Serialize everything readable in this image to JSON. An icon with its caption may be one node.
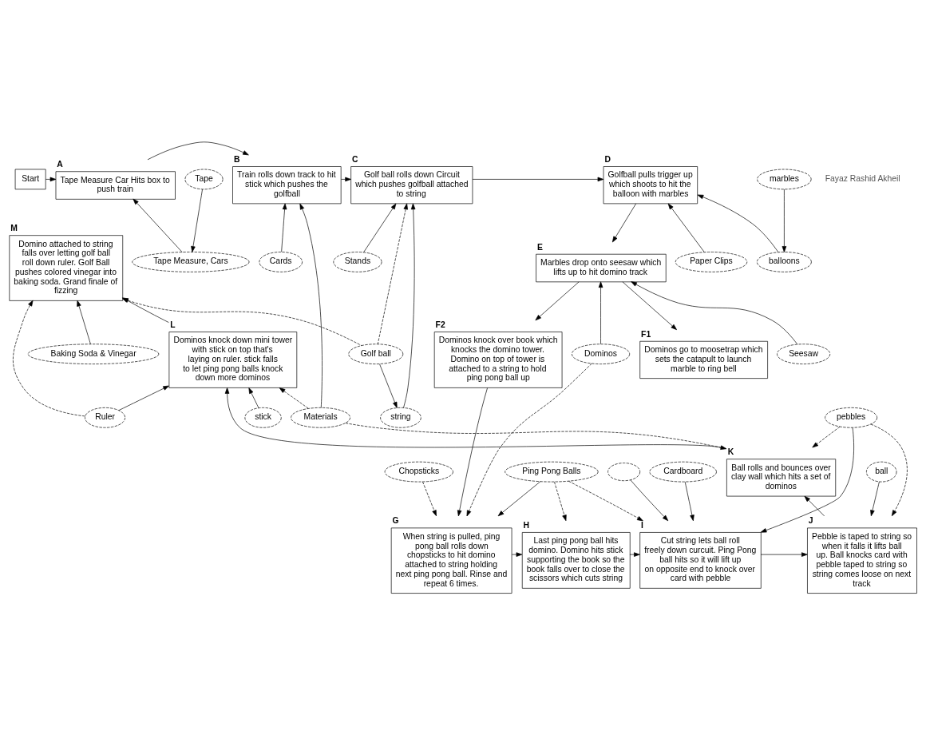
{
  "diagram": {
    "nodes": [
      {
        "text": [
          "Start"
        ]
      },
      {
        "text": [
          "Tape Measure Car Hits box to push train"
        ],
        "beside": [
          "A"
        ]
      },
      {
        "text": [
          "Train rolls down track to hit stick which pushes the golfball"
        ],
        "beside": [
          "B"
        ]
      },
      {
        "text": [
          "Golf ball rolls down Circuit which pushes golfball attached to string"
        ],
        "beside": [
          "C"
        ]
      },
      {
        "text": [
          "Golfball pulls trigger up which shoots to hit the balloon with marbles"
        ],
        "beside": [
          "D"
        ]
      },
      {
        "text": [
          "Marbles drop onto seesaw which lifts up to hit domino track"
        ],
        "beside": [
          "E"
        ]
      },
      {
        "text": [
          "Dominos go to moosetrap which sets the catapult to launch marble to ring bell"
        ],
        "beside": [
          "F1"
        ]
      },
      {
        "text": [
          "Dominos knock over book which knocks the domino tower. Domino on top of tower is attached to a string to hold ping pong ball up"
        ],
        "beside": [
          "F2"
        ]
      },
      {
        "text": [
          "When string is pulled, ping pong ball rolls down chopsticks to hit domino attached to string holding next ping pong ball. Rinse and repeat 6 times."
        ],
        "beside": [
          "G"
        ]
      },
      {
        "text": [
          "Last ping pong ball hits domino. Domino hits stick supporting the book so the book falls over to close the scissors which cuts string"
        ],
        "beside": [
          "H"
        ]
      },
      {
        "text": [
          "Cut string lets ball roll freely down curcuit. Ping Pong ball hits so it will lift up on opposite end to knock over card with pebble"
        ],
        "beside": [
          "I"
        ]
      },
      {
        "text": [
          "Pebble is taped to string so when it falls it lifts ball up. Ball knocks card with pebble taped to string so string comes loose on next track"
        ],
        "beside": [
          "J"
        ]
      },
      {
        "text": [
          "Ball rolls and bounces over clay wall which hits a set of dominos"
        ],
        "beside": [
          "K"
        ]
      },
      {
        "text": [
          "Dominos knock down mini tower with stick on top that's laying on ruler. stick falls to let ping pong balls knock down more dominos"
        ],
        "beside": [
          "L"
        ]
      },
      {
        "text": [
          "Domino attached to string falls over letting golf ball roll down ruler. Golf Ball pushes colored vinegar into baking soda. Grand finale of fizzing"
        ],
        "beside": [
          "M"
        ]
      },
      {
        "text": [
          "Tape Measure, Cars"
        ]
      },
      {
        "text": [
          "Baking Soda & Vinegar"
        ]
      },
      {
        "text": [
          "Ruler"
        ]
      },
      {
        "text": [
          "stick"
        ]
      },
      {
        "text": [
          "Tape"
        ]
      },
      {
        "text": [
          "Golf ball"
        ]
      },
      {
        "text": [
          "Chopsticks"
        ]
      },
      {
        "text": [
          "Cards"
        ]
      },
      {
        "text": [
          "Materials"
        ]
      },
      {
        "text": [
          "Dominos"
        ]
      },
      {
        "text": [
          "string"
        ]
      },
      {
        "text": [
          "Stands"
        ]
      },
      {
        "text": [
          "Paper Clips"
        ]
      },
      {
        "text": [
          "balloons"
        ]
      },
      {
        "text": [
          "marbles"
        ]
      },
      {
        "text": [
          "Seesaw"
        ]
      },
      {
        "text": [
          "pebbles"
        ]
      },
      {
        "text": [
          "Ping Pong Balls"
        ]
      },
      {
        "text": [],
        "shape": "cloud"
      },
      {
        "text": [
          "Cardboard"
        ]
      },
      {
        "text": [
          "ball"
        ]
      }
    ],
    "edges": [
      {
        "from": 0,
        "to": 1,
        "arrow": "to"
      },
      {
        "from": 1,
        "to": 2,
        "arrow": "to"
      },
      {
        "from": 2,
        "to": 3,
        "arrow": "to"
      },
      {
        "from": 3,
        "to": 4,
        "arrow": "to"
      },
      {
        "from": 4,
        "to": 5,
        "arrow": "to"
      },
      {
        "from": 5,
        "to": 6,
        "arrow": "to"
      },
      {
        "from": 5,
        "to": 7,
        "arrow": "to"
      },
      {
        "from": 7,
        "to": 8,
        "arrow": "to"
      },
      {
        "from": 8,
        "to": 9,
        "arrow": "to"
      },
      {
        "from": 9,
        "to": 10,
        "arrow": "to"
      },
      {
        "from": 10,
        "to": 11,
        "arrow": "to"
      },
      {
        "from": 11,
        "to": 12,
        "arrow": "to"
      },
      {
        "from": 12,
        "to": 13,
        "arrow": "to"
      },
      {
        "from": 13,
        "to": 14,
        "arrow": "to"
      },
      {
        "from": 15,
        "to": 1,
        "arrow": "to"
      },
      {
        "from": 20,
        "to": 14,
        "arrow": "to",
        "style": "dashed"
      },
      {
        "from": 16,
        "to": 14,
        "arrow": "to"
      },
      {
        "from": 17,
        "to": 14,
        "arrow": "to",
        "style": "dashed"
      },
      {
        "from": 19,
        "to": 15,
        "arrow": "to"
      },
      {
        "from": 22,
        "to": 2,
        "arrow": "to"
      },
      {
        "from": 23,
        "to": 2,
        "arrow": "to"
      },
      {
        "from": 20,
        "to": 3,
        "arrow": "to",
        "style": "dashed"
      },
      {
        "from": 20,
        "to": 25,
        "arrow": "to"
      },
      {
        "from": 25,
        "to": 3,
        "arrow": "to"
      },
      {
        "from": 26,
        "to": 3,
        "arrow": "to"
      },
      {
        "from": 27,
        "to": 4,
        "arrow": "to"
      },
      {
        "from": 28,
        "to": 4,
        "arrow": "to"
      },
      {
        "from": 29,
        "to": 28,
        "arrow": "to"
      },
      {
        "from": 30,
        "to": 5,
        "arrow": "to"
      },
      {
        "from": 24,
        "to": 5,
        "arrow": "to"
      },
      {
        "from": 21,
        "to": 8,
        "arrow": "to",
        "style": "dashed"
      },
      {
        "from": 24,
        "to": 8,
        "arrow": "to",
        "style": "dashed"
      },
      {
        "from": 32,
        "to": 8,
        "arrow": "to"
      },
      {
        "from": 32,
        "to": 9,
        "arrow": "to",
        "style": "dashed"
      },
      {
        "from": 31,
        "to": 10,
        "arrow": "to"
      },
      {
        "from": 33,
        "to": 10,
        "arrow": "to"
      },
      {
        "from": 34,
        "to": 10,
        "arrow": "to"
      },
      {
        "from": 32,
        "to": 10,
        "arrow": "to",
        "style": "dashed"
      },
      {
        "from": 35,
        "to": 11,
        "arrow": "to"
      },
      {
        "from": 31,
        "to": 11,
        "arrow": "to",
        "style": "dashed"
      },
      {
        "from": 23,
        "to": 12,
        "arrow": "to",
        "style": "dashed"
      },
      {
        "from": 31,
        "to": 12,
        "arrow": "to",
        "style": "dashed"
      },
      {
        "from": 23,
        "to": 13,
        "arrow": "to",
        "style": "dashed"
      },
      {
        "from": 18,
        "to": 13,
        "arrow": "to"
      },
      {
        "from": 17,
        "to": 13,
        "arrow": "to"
      }
    ],
    "labels": [
      "Fayaz Rashid Akheil"
    ]
  }
}
